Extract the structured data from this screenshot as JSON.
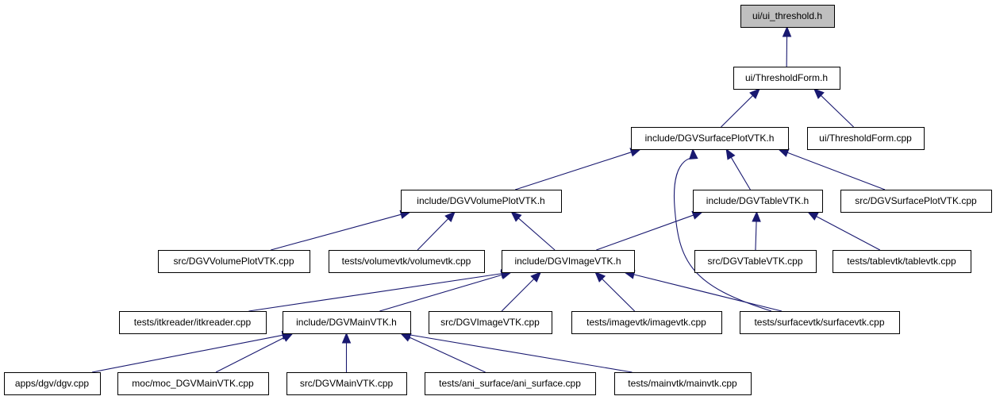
{
  "graph": {
    "colors": {
      "root_fill": "#bfbfbf",
      "node_fill": "#ffffff",
      "node_border": "#000000",
      "edge": "#191970"
    },
    "nodes": [
      {
        "id": "n0",
        "label": "ui/ui_threshold.h",
        "root": true
      },
      {
        "id": "n1",
        "label": "ui/ThresholdForm.h"
      },
      {
        "id": "n2",
        "label": "include/DGVSurfacePlotVTK.h"
      },
      {
        "id": "n3",
        "label": "ui/ThresholdForm.cpp"
      },
      {
        "id": "n4",
        "label": "include/DGVVolumePlotVTK.h"
      },
      {
        "id": "n5",
        "label": "include/DGVTableVTK.h"
      },
      {
        "id": "n6",
        "label": "src/DGVSurfacePlotVTK.cpp"
      },
      {
        "id": "n7",
        "label": "src/DGVVolumePlotVTK.cpp"
      },
      {
        "id": "n8",
        "label": "tests/volumevtk/volumevtk.cpp"
      },
      {
        "id": "n9",
        "label": "include/DGVImageVTK.h"
      },
      {
        "id": "n10",
        "label": "src/DGVTableVTK.cpp"
      },
      {
        "id": "n11",
        "label": "tests/tablevtk/tablevtk.cpp"
      },
      {
        "id": "n12",
        "label": "tests/itkreader/itkreader.cpp"
      },
      {
        "id": "n13",
        "label": "include/DGVMainVTK.h"
      },
      {
        "id": "n14",
        "label": "src/DGVImageVTK.cpp"
      },
      {
        "id": "n15",
        "label": "tests/imagevtk/imagevtk.cpp"
      },
      {
        "id": "n16",
        "label": "tests/surfacevtk/surfacevtk.cpp"
      },
      {
        "id": "n17",
        "label": "apps/dgv/dgv.cpp"
      },
      {
        "id": "n18",
        "label": "moc/moc_DGVMainVTK.cpp"
      },
      {
        "id": "n19",
        "label": "src/DGVMainVTK.cpp"
      },
      {
        "id": "n20",
        "label": "tests/ani_surface/ani_surface.cpp"
      },
      {
        "id": "n21",
        "label": "tests/mainvtk/mainvtk.cpp"
      }
    ],
    "edges": [
      {
        "from": "n1",
        "to": "n0"
      },
      {
        "from": "n2",
        "to": "n1"
      },
      {
        "from": "n3",
        "to": "n1"
      },
      {
        "from": "n4",
        "to": "n2"
      },
      {
        "from": "n5",
        "to": "n2"
      },
      {
        "from": "n6",
        "to": "n2"
      },
      {
        "from": "n16",
        "to": "n2"
      },
      {
        "from": "n7",
        "to": "n4"
      },
      {
        "from": "n8",
        "to": "n4"
      },
      {
        "from": "n9",
        "to": "n4"
      },
      {
        "from": "n9",
        "to": "n5"
      },
      {
        "from": "n10",
        "to": "n5"
      },
      {
        "from": "n11",
        "to": "n5"
      },
      {
        "from": "n12",
        "to": "n9"
      },
      {
        "from": "n13",
        "to": "n9"
      },
      {
        "from": "n14",
        "to": "n9"
      },
      {
        "from": "n15",
        "to": "n9"
      },
      {
        "from": "n16",
        "to": "n9"
      },
      {
        "from": "n17",
        "to": "n13"
      },
      {
        "from": "n18",
        "to": "n13"
      },
      {
        "from": "n19",
        "to": "n13"
      },
      {
        "from": "n20",
        "to": "n13"
      },
      {
        "from": "n21",
        "to": "n13"
      }
    ]
  }
}
